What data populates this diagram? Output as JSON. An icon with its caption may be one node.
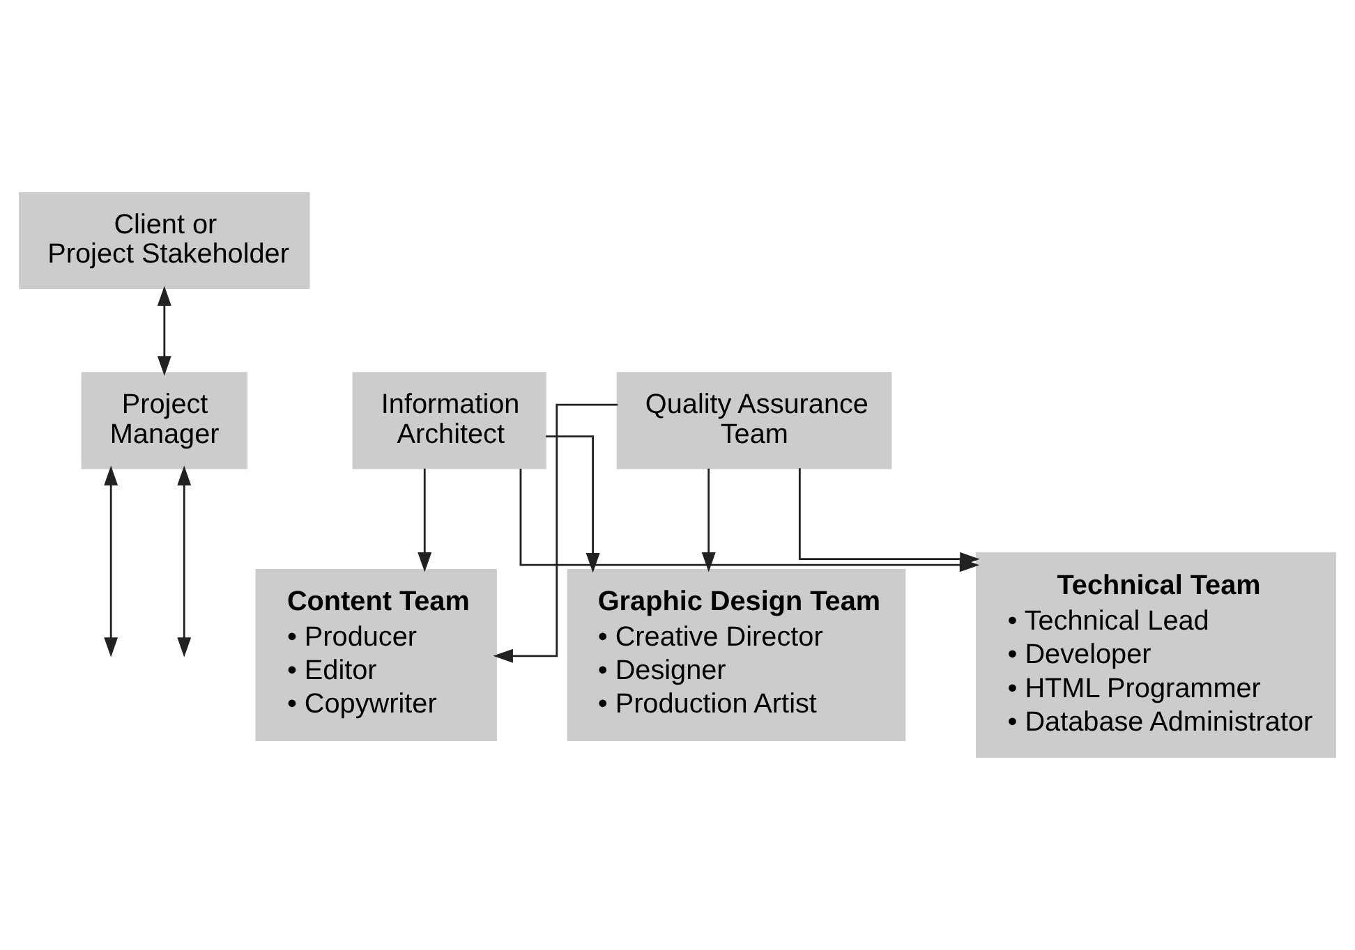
{
  "diagram": {
    "nodes": [
      {
        "text": [
          "Client or Project Stakeholder"
        ]
      },
      {
        "text": [
          "Project Manager"
        ]
      },
      {
        "text": [
          "Information Architect"
        ]
      },
      {
        "text": [
          "Quality Assurance Team"
        ]
      },
      {
        "text": [
          "Content Team",
          "• Producer",
          "• Editor",
          "• Copywriter"
        ]
      },
      {
        "text": [
          "Graphic Design Team",
          "• Creative Director",
          "• Designer",
          "• Production Artist"
        ]
      },
      {
        "text": [
          "Technical Team",
          "• Technical Lead",
          "• Developer",
          "• HTML Programmer",
          "• Database Administrator"
        ]
      }
    ],
    "edges": [
      {
        "from": 0,
        "to": 1,
        "arrow": "both"
      },
      {
        "from": 1,
        "to": null,
        "arrow": "both"
      },
      {
        "from": 1,
        "to": null,
        "arrow": "both"
      },
      {
        "from": 2,
        "to": 4,
        "arrow": "to"
      },
      {
        "from": 2,
        "to": 5,
        "arrow": "to"
      },
      {
        "from": 2,
        "to": 6,
        "arrow": "to"
      },
      {
        "from": 3,
        "to": 4,
        "arrow": "to"
      },
      {
        "from": 3,
        "to": 5,
        "arrow": "to"
      },
      {
        "from": 3,
        "to": 6,
        "arrow": "to"
      }
    ]
  }
}
